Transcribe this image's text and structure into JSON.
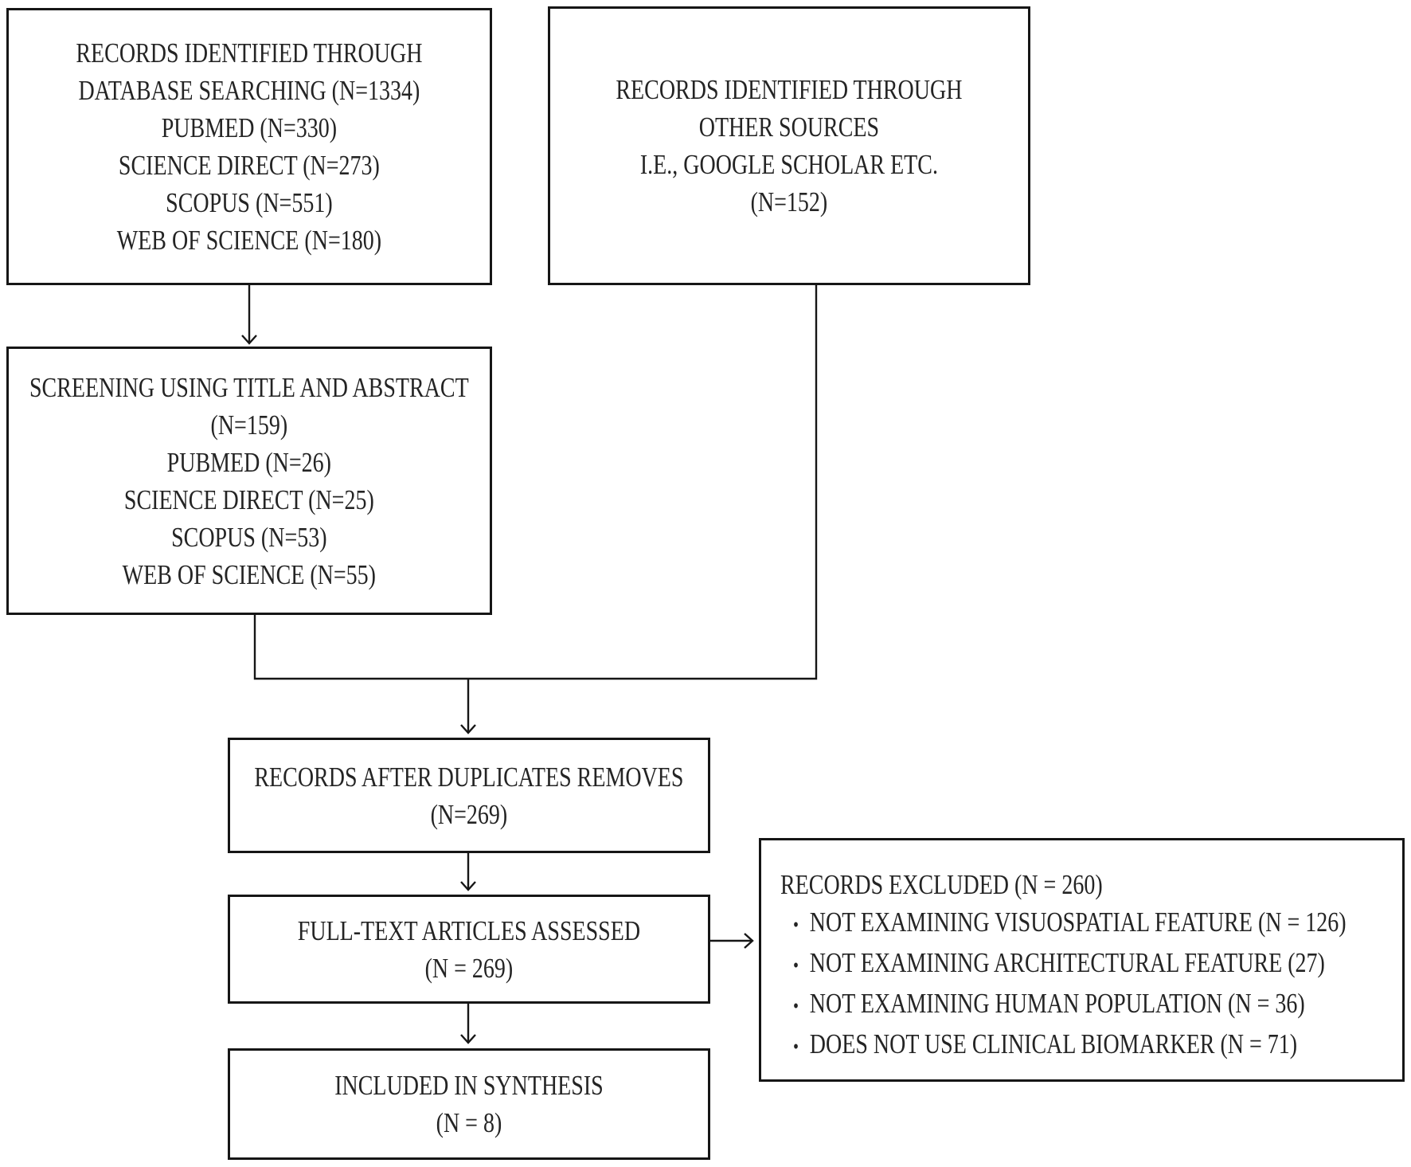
{
  "diagram": {
    "colors": {
      "border": "#161616",
      "text": "#242424",
      "background": "#ffffff"
    },
    "bullet_char": "•",
    "boxes": {
      "db_search": {
        "lines": [
          "RECORDS IDENTIFIED THROUGH",
          "DATABASE SEARCHING (N=1334)",
          "PUBMED (N=330)",
          "SCIENCE DIRECT (N=273)",
          "SCOPUS (N=551)",
          "WEB OF SCIENCE (N=180)"
        ]
      },
      "other_sources": {
        "lines": [
          "RECORDS IDENTIFIED THROUGH",
          "OTHER SOURCES",
          "I.E., GOOGLE SCHOLAR ETC.",
          "(N=152)"
        ]
      },
      "screening": {
        "lines": [
          "SCREENING USING TITLE AND ABSTRACT",
          "(N=159)",
          "PUBMED (N=26)",
          "SCIENCE DIRECT (N=25)",
          "SCOPUS (N=53)",
          "WEB OF SCIENCE (N=55)"
        ]
      },
      "duplicates": {
        "lines": [
          "RECORDS AFTER DUPLICATES REMOVES",
          "(N=269)"
        ]
      },
      "fulltext": {
        "lines": [
          "FULL-TEXT ARTICLES ASSESSED",
          "(N = 269)"
        ]
      },
      "excluded": {
        "title": "RECORDS EXCLUDED (N = 260)",
        "bullets": [
          "NOT EXAMINING VISUOSPATIAL FEATURE (N = 126)",
          "NOT EXAMINING ARCHITECTURAL FEATURE (27)",
          "NOT EXAMINING HUMAN POPULATION (N = 36)",
          "DOES NOT USE CLINICAL BIOMARKER (N = 71)"
        ]
      },
      "included": {
        "lines": [
          "INCLUDED IN SYNTHESIS",
          "(N = 8)"
        ]
      }
    }
  }
}
